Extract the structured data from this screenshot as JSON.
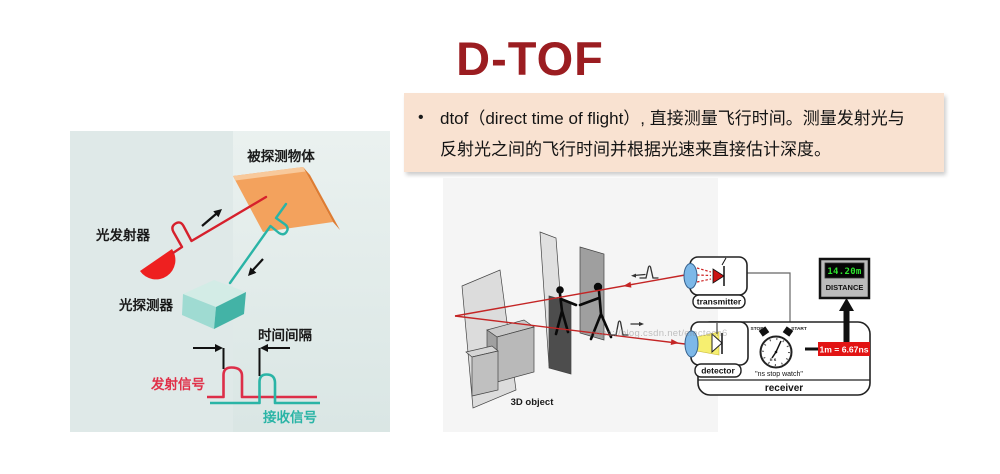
{
  "title": {
    "text": "D-TOF",
    "color": "#9b1d21"
  },
  "description_box": {
    "bullet": "•",
    "line1": "dtof（direct time of flight）, 直接测量飞行时间。测量发射光与",
    "line2": "反射光之间的飞行时间并根据光速来直接估计深度。",
    "bg_color": "#f9e2d1"
  },
  "left_diagram": {
    "object_label": "被探测物体",
    "emitter_label": "光发射器",
    "detector_label": "光探测器",
    "interval_label": "时间间隔",
    "emit_signal_label": "发射信号",
    "receive_signal_label": "接收信号",
    "colors": {
      "panel_bg": "#dfe9e8",
      "object_orange": "#f3a25d",
      "emitter_red": "#ee2020",
      "signal_red": "#dd2e48",
      "signal_teal": "#2ab4a6"
    }
  },
  "right_diagram": {
    "object_label": "3D object",
    "transmitter_label": "transmitter",
    "detector_label": "detector",
    "receiver_label": "receiver",
    "stop_label": "STOP",
    "start_label": "START",
    "stopwatch_label": "\"ns stop watch\"",
    "conversion_label": "1m = 6.67ns",
    "distance_value": "14.20m",
    "distance_label": "DISTANCE",
    "watermark": "https://blog.csdn.net/electech6",
    "colors": {
      "scene_bg": "#f5f5f5",
      "beam_red": "#c42525",
      "badge_red": "#e21414",
      "lcd_green": "#2fe32f",
      "lens_blue": "#7db8e8",
      "cone_yellow": "#f6ef70"
    }
  }
}
